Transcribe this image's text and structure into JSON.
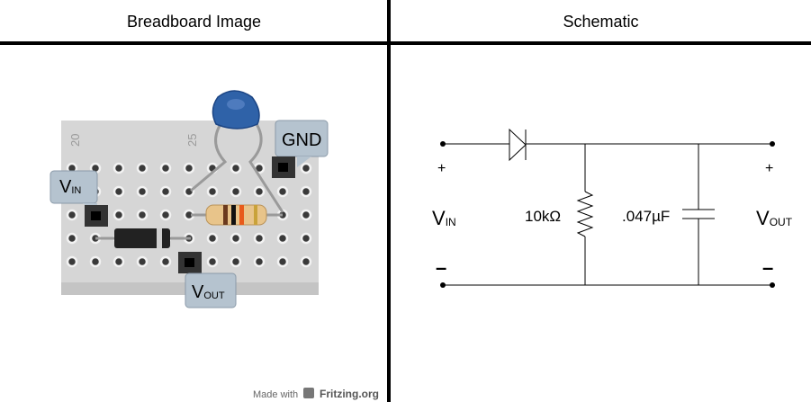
{
  "headers": {
    "left": "Breadboard Image",
    "right": "Schematic"
  },
  "breadboard": {
    "row_numbers": [
      "20",
      "25"
    ],
    "labels": {
      "vin_main": "V",
      "vin_sub": "IN",
      "gnd": "GND",
      "vout_main": "V",
      "vout_sub": "OUT"
    },
    "credit": {
      "made_with": "Made with",
      "brand": "Fritzing.org"
    },
    "colors": {
      "board": "#d6d6d6",
      "capacitor": "#2f62a8",
      "resistor_body": "#e8c48a",
      "diode": "#222222",
      "label_bg": "#b5c3cf"
    }
  },
  "schematic": {
    "plus_left": "+",
    "plus_right": "+",
    "minus_left": "–",
    "minus_right": "–",
    "vin_main": "V",
    "vin_sub": "IN",
    "vout_main": "V",
    "vout_sub": "OUT",
    "resistor_label": "10kΩ",
    "capacitor_label": ".047µF"
  }
}
